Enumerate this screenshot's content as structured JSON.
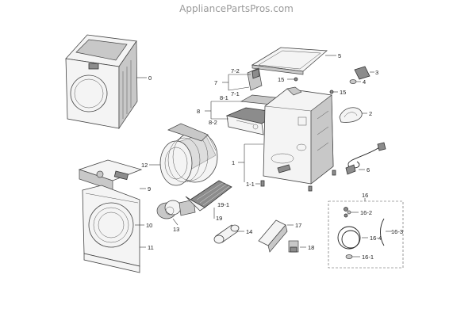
{
  "watermark": "AppliancePartsPros.com",
  "callouts": {
    "c0": "0",
    "c1": "1",
    "c1_1": "1-1",
    "c2": "2",
    "c3": "3",
    "c4": "4",
    "c5": "5",
    "c6": "6",
    "c7": "7",
    "c7_1": "7-1",
    "c7_2": "7-2",
    "c8": "8",
    "c8_1": "8-1",
    "c8_2": "8-2",
    "c9": "9",
    "c10": "10",
    "c11": "11",
    "c12": "12",
    "c13": "13",
    "c14": "14",
    "c15a": "15",
    "c15b": "15",
    "c16": "16",
    "c16_1": "16-1",
    "c16_2": "16-2",
    "c16_3": "16-3",
    "c16_4": "16-4",
    "c17": "17",
    "c18": "18",
    "c19": "19",
    "c19_1": "19-1"
  }
}
